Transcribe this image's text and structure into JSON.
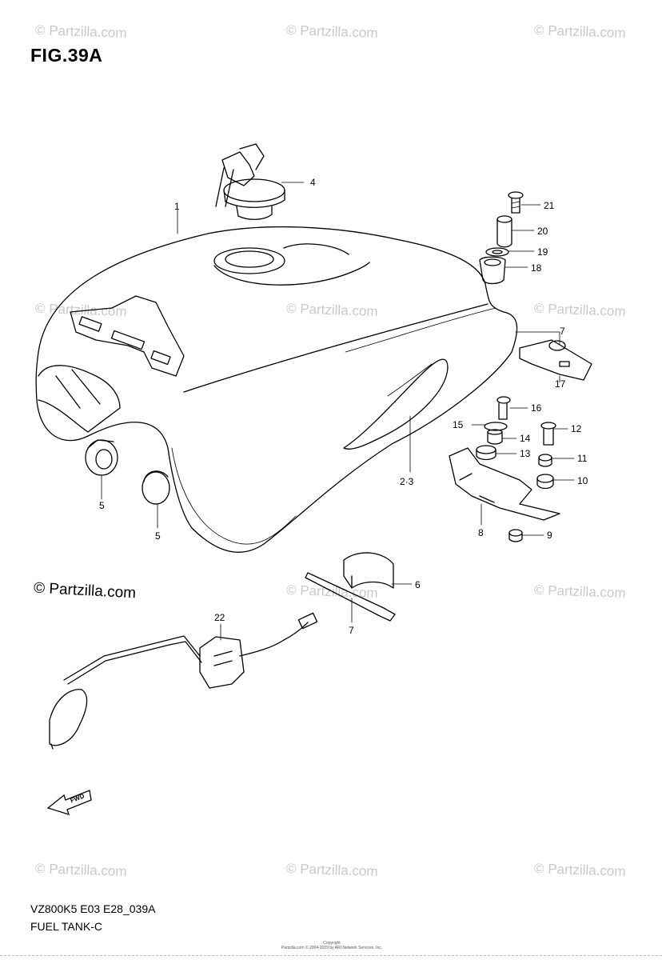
{
  "figure": {
    "title": "FIG.39A",
    "model_code": "VZ800K5 E03 E28_039A",
    "caption": "FUEL TANK-C"
  },
  "watermarks": {
    "faint": "© Partzilla.com",
    "strong": "© Partzilla.com"
  },
  "copyright": {
    "line1": "Copyright",
    "line2": "Partzilla.com © 2004-2019 by ARI Network Services, Inc."
  },
  "callouts": [
    {
      "id": "c1",
      "text": "1"
    },
    {
      "id": "c2",
      "text": "2·3"
    },
    {
      "id": "c4",
      "text": "4"
    },
    {
      "id": "c5a",
      "text": "5"
    },
    {
      "id": "c5b",
      "text": "5"
    },
    {
      "id": "c6",
      "text": "6"
    },
    {
      "id": "c7a",
      "text": "7"
    },
    {
      "id": "c7b",
      "text": "7"
    },
    {
      "id": "c8",
      "text": "8"
    },
    {
      "id": "c9",
      "text": "9"
    },
    {
      "id": "c10",
      "text": "10"
    },
    {
      "id": "c11",
      "text": "11"
    },
    {
      "id": "c12",
      "text": "12"
    },
    {
      "id": "c13",
      "text": "13"
    },
    {
      "id": "c14",
      "text": "14"
    },
    {
      "id": "c15",
      "text": "15"
    },
    {
      "id": "c16",
      "text": "16"
    },
    {
      "id": "c17",
      "text": "17"
    },
    {
      "id": "c18",
      "text": "18"
    },
    {
      "id": "c19",
      "text": "19"
    },
    {
      "id": "c20",
      "text": "20"
    },
    {
      "id": "c21",
      "text": "21"
    },
    {
      "id": "c22",
      "text": "22"
    }
  ],
  "fwd_label": "FWD"
}
